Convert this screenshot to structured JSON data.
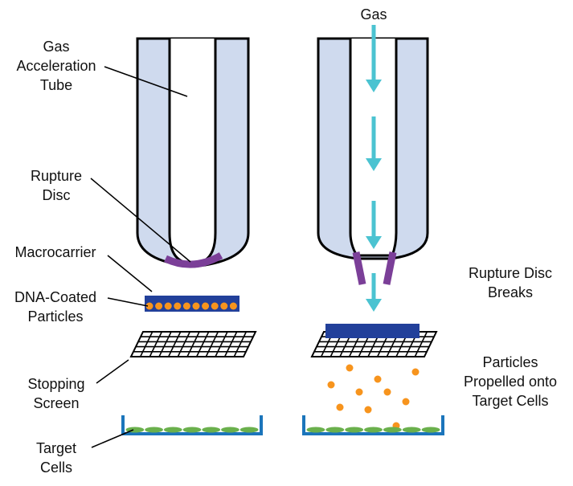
{
  "labels": {
    "gas_top": "Gas",
    "gas_tube": [
      "Gas",
      "Acceleration",
      "Tube"
    ],
    "rupture_disc": [
      "Rupture",
      "Disc"
    ],
    "macrocarrier": "Macrocarrier",
    "dna_particles": [
      "DNA-Coated",
      "Particles"
    ],
    "stopping_screen": [
      "Stopping",
      "Screen"
    ],
    "target_cells": [
      "Target",
      "Cells"
    ],
    "rupture_breaks": [
      "Rupture Disc",
      "Breaks"
    ],
    "particles_propelled": [
      "Particles",
      "Propelled onto",
      "Target Cells"
    ]
  },
  "colors": {
    "tube_fill": "#cfdaee",
    "outline": "#000000",
    "disc": "#7b3f98",
    "arrow": "#4bc3d1",
    "macrocarrier": "#22409a",
    "particle": "#f7941d",
    "dish": "#1b75bb",
    "cells": "#6ab04c"
  }
}
